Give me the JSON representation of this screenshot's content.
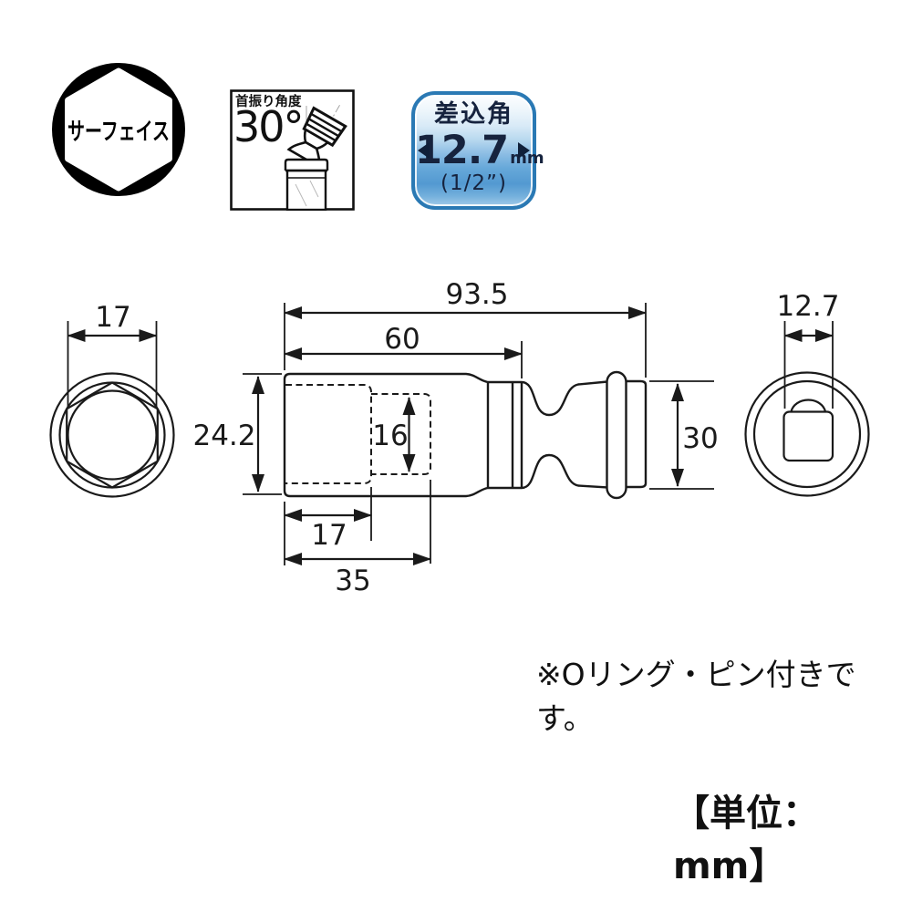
{
  "icons": {
    "surface": {
      "label": "サーフェイス"
    },
    "swing": {
      "title": "首振り角度",
      "angle": "30°"
    },
    "drive": {
      "title": "差込角",
      "size": "12.7",
      "unit": "mm",
      "inch": "(1/2”)"
    }
  },
  "drawing": {
    "dim_hex_width": "17",
    "dim_overall_length": "93.5",
    "dim_body_length": "60",
    "dim_body_od": "24.2",
    "dim_square_bore": "16",
    "dim_hex_depth": "17",
    "dim_bore_depth": "35",
    "dim_joint_od": "30",
    "dim_drive_size": "12.7"
  },
  "notes": {
    "oring": "※Oリング・ピン付きです。",
    "unit": "【単位：mm】"
  },
  "colors": {
    "line": "#1a1a1a",
    "badge_border": "#2a79b4",
    "badge_text": "#16233e",
    "badge_blue": "#5399d1"
  }
}
